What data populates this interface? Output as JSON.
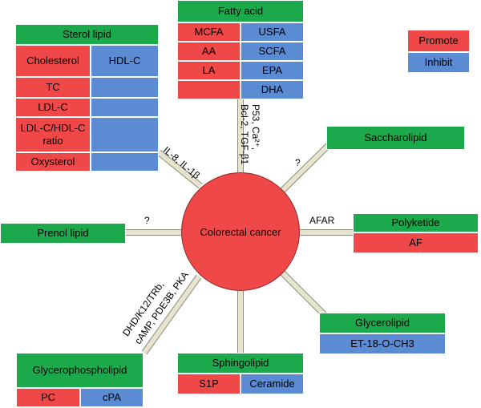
{
  "center": "Colorectal cancer",
  "legend": {
    "promote": "Promote",
    "inhibit": "Inhibit"
  },
  "fatty_acid": {
    "title": "Fatty acid",
    "promote": [
      "MCFA",
      "AA",
      "LA",
      ""
    ],
    "inhibit": [
      "USFA",
      "SCFA",
      "EPA",
      "DHA"
    ]
  },
  "sterol": {
    "title": "Sterol lipid",
    "promote": [
      "Cholesterol",
      "TC",
      "LDL-C",
      "LDL-C/HDL-C ratio",
      "Oxysterol"
    ],
    "inhibit": [
      "HDL-C"
    ]
  },
  "saccharolipid": {
    "title": "Saccharolipid"
  },
  "prenol": {
    "title": "Prenol lipid"
  },
  "polyketide": {
    "title": "Polyketide",
    "promote": "AF"
  },
  "glycerolipid": {
    "title": "Glycerolipid",
    "inhibit": "ET-18-O-CH3"
  },
  "sphingolipid": {
    "title": "Sphingolipid",
    "promote": "S1P",
    "inhibit": "Ceramide"
  },
  "glycerophospholipid": {
    "title": "Glycerophospholipid",
    "promote": "PC",
    "inhibit": "cPA"
  },
  "connectors": {
    "fatty_line1": "P53, Ca²⁺,",
    "fatty_line2": "Bcl-2, TGF-β1",
    "sterol": "IL-8, IL-1β",
    "saccharolipid": "?",
    "prenol": "?",
    "polyketide": "AFAR",
    "gp_line1": "DHD/K12/TRb,",
    "gp_line2": "cAMP, PDE3B, PKA"
  }
}
